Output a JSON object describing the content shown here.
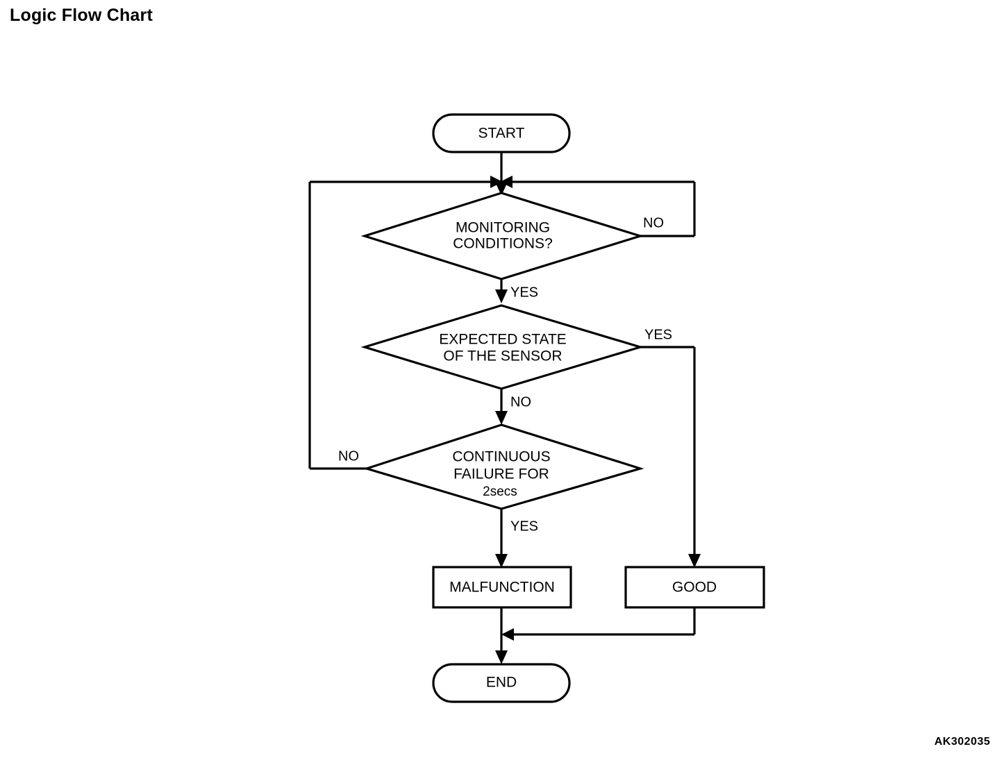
{
  "page": {
    "title": "Logic Flow Chart",
    "drawing_code": "AK302035",
    "background_color": "#ffffff",
    "line_color": "#000000"
  },
  "chart_data": {
    "type": "diagram",
    "diagram_kind": "flowchart",
    "title": "Logic Flow Chart",
    "nodes": [
      {
        "id": "start",
        "shape": "terminator",
        "label": "START"
      },
      {
        "id": "monitoring",
        "shape": "decision",
        "label_line1": "MONITORING",
        "label_line2": "CONDITIONS?"
      },
      {
        "id": "expected",
        "shape": "decision",
        "label_line1": "EXPECTED STATE",
        "label_line2": "OF THE SENSOR"
      },
      {
        "id": "continuous",
        "shape": "decision",
        "label_line1": "CONTINUOUS",
        "label_line2": "FAILURE FOR",
        "label_line3": "2secs"
      },
      {
        "id": "malfunction",
        "shape": "process",
        "label": "MALFUNCTION"
      },
      {
        "id": "good",
        "shape": "process",
        "label": "GOOD"
      },
      {
        "id": "end",
        "shape": "terminator",
        "label": "END"
      }
    ],
    "edges": [
      {
        "from": "start",
        "to": "monitoring",
        "label": ""
      },
      {
        "from": "monitoring",
        "to": "start-junction",
        "label": "NO",
        "label_side": "right"
      },
      {
        "from": "monitoring",
        "to": "expected",
        "label": "YES",
        "label_side": "below"
      },
      {
        "from": "expected",
        "to": "good",
        "label": "YES",
        "label_side": "right"
      },
      {
        "from": "expected",
        "to": "continuous",
        "label": "NO",
        "label_side": "below"
      },
      {
        "from": "continuous",
        "to": "start-junction",
        "label": "NO",
        "label_side": "left"
      },
      {
        "from": "continuous",
        "to": "malfunction",
        "label": "YES",
        "label_side": "below"
      },
      {
        "from": "malfunction",
        "to": "end",
        "label": ""
      },
      {
        "from": "good",
        "to": "end",
        "label": ""
      }
    ],
    "edge_labels": {
      "monitoring_no": "NO",
      "monitoring_yes": "YES",
      "expected_yes": "YES",
      "expected_no": "NO",
      "continuous_no": "NO",
      "continuous_yes": "YES"
    }
  }
}
